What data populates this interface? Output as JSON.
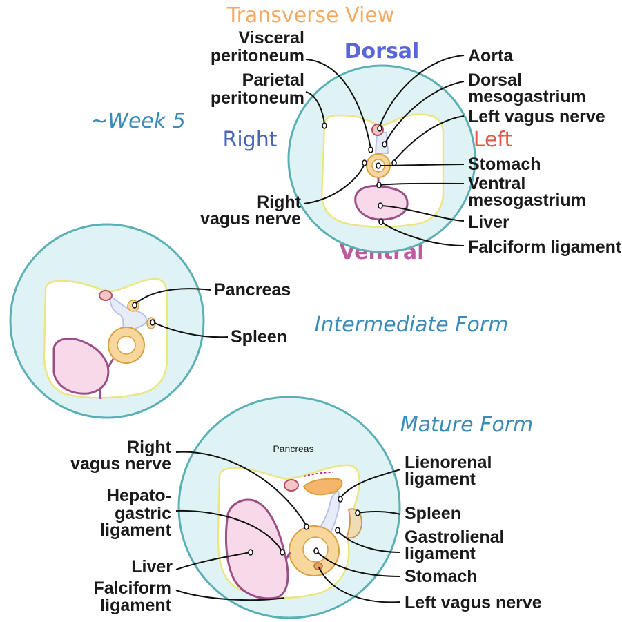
{
  "title": "Transverse View",
  "orientation": {
    "dorsal": "Dorsal",
    "ventral": "Ventral",
    "right": "Right",
    "left": "Left"
  },
  "stages": {
    "week5": "~Week 5",
    "intermediate": "Intermediate Form",
    "mature": "Mature Form"
  },
  "labels_week5": {
    "visceral_peritoneum": [
      "Visceral",
      "peritoneum"
    ],
    "parietal_peritoneum": [
      "Parietal",
      "peritoneum"
    ],
    "aorta": "Aorta",
    "dorsal_mesogastrium": [
      "Dorsal",
      "mesogastrium"
    ],
    "left_vagus_nerve": "Left vagus nerve",
    "stomach": "Stomach",
    "ventral_mesogastrium": [
      "Ventral",
      "mesogastrium"
    ],
    "liver": "Liver",
    "falciform_ligament": "Falciform ligament",
    "right_vagus_nerve": [
      "Right",
      "vagus nerve"
    ]
  },
  "labels_intermediate": {
    "pancreas": "Pancreas",
    "spleen": "Spleen"
  },
  "labels_mature": {
    "pancreas": "Pancreas",
    "right_vagus_nerve": [
      "Right",
      "vagus nerve"
    ],
    "hepatogastric_ligament": [
      "Hepato-",
      "gastric",
      "ligament"
    ],
    "liver": "Liver",
    "falciform_ligament": [
      "Falciform",
      "ligament"
    ],
    "lienorenal_ligament": [
      "Lienorenal",
      "ligament"
    ],
    "spleen": "Spleen",
    "gastrolienal_ligament": [
      "Gastrolienal",
      "ligament"
    ],
    "stomach": "Stomach",
    "left_vagus_nerve": "Left vagus nerve"
  },
  "colors": {
    "body": "#dff3f5",
    "body_outline": "#5bb0b5",
    "cavity_line": "#ece580",
    "stomach": "#f8d79c",
    "stomach_outline": "#d9a040",
    "liver": "#f8d9ea",
    "liver_outline": "#9c4e86",
    "aorta": "#f6c5c8",
    "aorta_outline": "#b44f66",
    "pancreas": "#f4b56c",
    "spleen": "#f0dcb4",
    "title": "#f4a860",
    "dorsal": "#5a66d8",
    "ventral": "#c05aa0",
    "right": "#4a64b8",
    "left": "#e35a4a",
    "stage_title": "#3a8bb8"
  }
}
